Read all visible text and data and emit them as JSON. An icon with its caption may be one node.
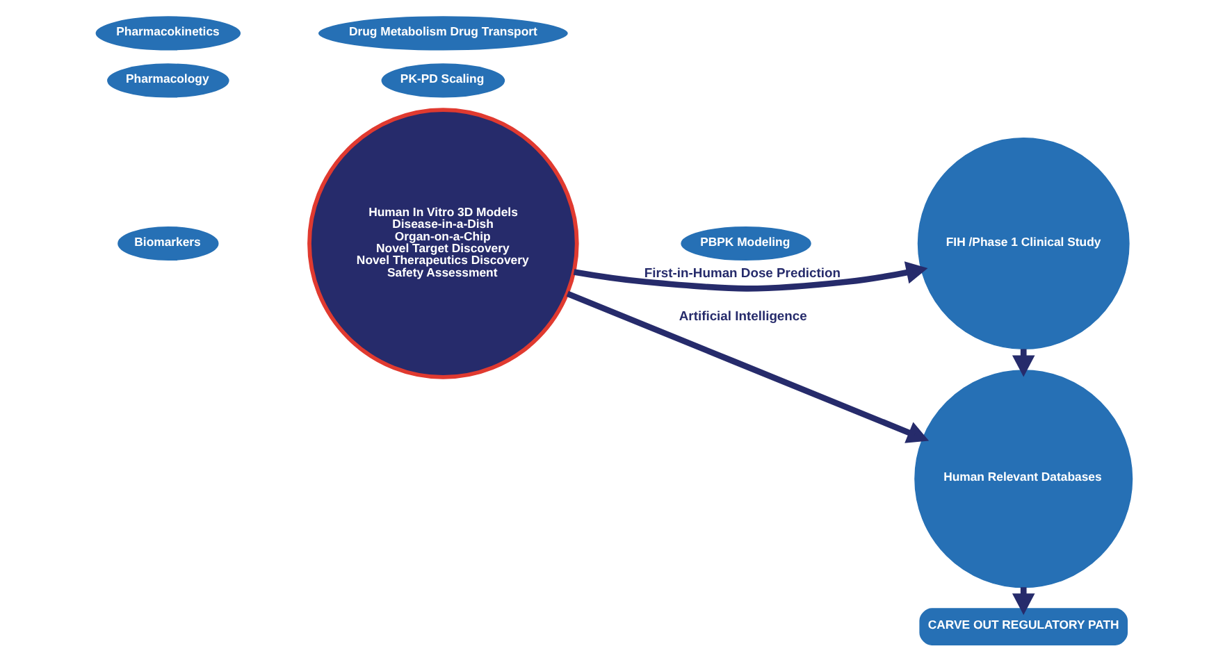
{
  "diagram": {
    "nodes": [
      {
        "text": [
          "Human In Vitro 3D Models",
          "Disease-in-a-Dish",
          "Organ-on-a-Chip",
          "Novel Target Discovery",
          "Novel Therapeutics Discovery",
          "Safety Assessment"
        ]
      },
      {
        "text": [
          "Pharmacology"
        ]
      },
      {
        "text": [
          "PK-PD Scaling"
        ]
      },
      {
        "text": [
          "PBPK Modeling"
        ]
      },
      {
        "text": [
          "Biomarkers"
        ]
      },
      {
        "text": [
          "Pharmacokinetics"
        ]
      },
      {
        "text": [
          "Drug Metabolism Drug Transport"
        ]
      },
      {
        "text": [
          "FIH /Phase 1 Clinical Study"
        ]
      },
      {
        "text": [
          "Human Relevant Databases"
        ]
      },
      {
        "text": [
          "CARVE OUT REGULATORY PATH"
        ]
      }
    ],
    "edges": [
      {
        "from": 0,
        "to": 7,
        "arrow": "to",
        "label": "First-in-Human Dose Prediction"
      },
      {
        "from": 0,
        "to": 8,
        "arrow": "to",
        "label": "Artificial Intelligence"
      },
      {
        "from": 7,
        "to": 8,
        "arrow": "to"
      },
      {
        "from": 8,
        "to": 9,
        "arrow": "to"
      }
    ]
  }
}
